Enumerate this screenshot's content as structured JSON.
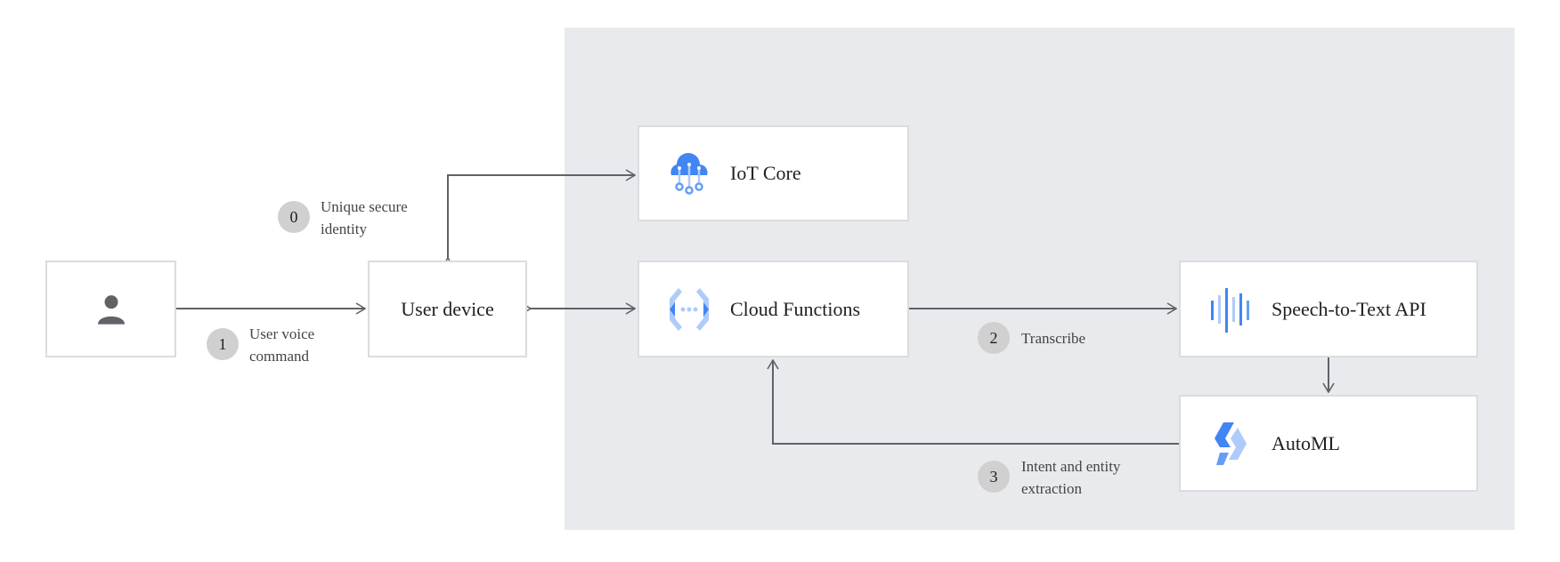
{
  "nodes": {
    "user": {
      "icon": "person-icon"
    },
    "device": {
      "label": "User device"
    },
    "iot": {
      "label": "IoT Core",
      "icon": "iot-core-icon"
    },
    "functions": {
      "label": "Cloud Functions",
      "icon": "cloud-functions-icon"
    },
    "speech": {
      "label": "Speech-to-Text API",
      "icon": "speech-to-text-icon"
    },
    "automl": {
      "label": "AutoML",
      "icon": "automl-icon"
    }
  },
  "steps": [
    {
      "number": "0",
      "line1": "Unique secure",
      "line2": "identity"
    },
    {
      "number": "1",
      "line1": "User voice",
      "line2": "command"
    },
    {
      "number": "2",
      "line1": "Transcribe",
      "line2": ""
    },
    {
      "number": "3",
      "line1": "Intent and entity",
      "line2": "extraction"
    }
  ],
  "colors": {
    "panel": "#e8eaed",
    "blue": "#4285f4",
    "lightblue": "#aecbfa",
    "arrow": "#5f6368"
  }
}
